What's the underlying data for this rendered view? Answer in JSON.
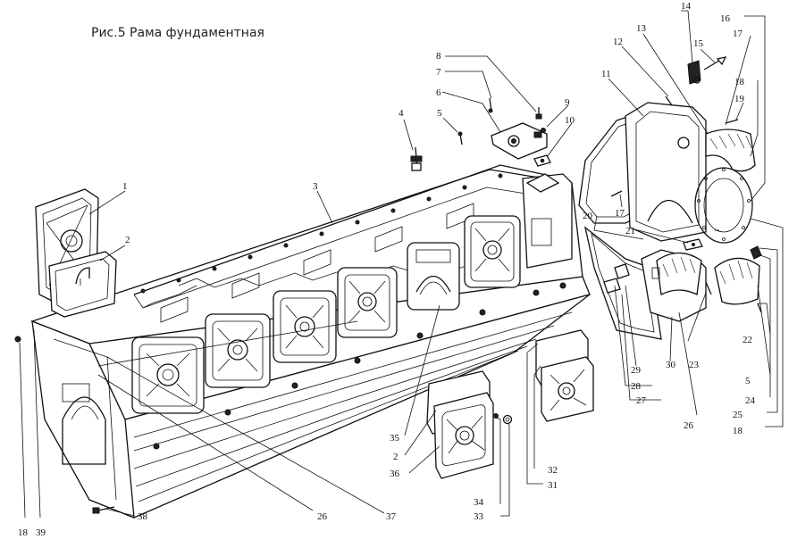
{
  "title": "Рис.5 Рама фундаментная",
  "callouts": [
    {
      "id": "c1",
      "text": "1"
    },
    {
      "id": "c2",
      "text": "2"
    },
    {
      "id": "c3",
      "text": "3"
    },
    {
      "id": "c4",
      "text": "4"
    },
    {
      "id": "c5",
      "text": "5"
    },
    {
      "id": "c6",
      "text": "6"
    },
    {
      "id": "c7",
      "text": "7"
    },
    {
      "id": "c8",
      "text": "8"
    },
    {
      "id": "c9",
      "text": "9"
    },
    {
      "id": "c10",
      "text": "10"
    },
    {
      "id": "c11",
      "text": "11"
    },
    {
      "id": "c12",
      "text": "12"
    },
    {
      "id": "c13",
      "text": "13"
    },
    {
      "id": "c14",
      "text": "14"
    },
    {
      "id": "c15",
      "text": "15"
    },
    {
      "id": "c16",
      "text": "16"
    },
    {
      "id": "c17a",
      "text": "17"
    },
    {
      "id": "c18a",
      "text": "18"
    },
    {
      "id": "c19",
      "text": "19"
    },
    {
      "id": "c17b",
      "text": "17"
    },
    {
      "id": "c20",
      "text": "20"
    },
    {
      "id": "c21",
      "text": "21"
    },
    {
      "id": "c22",
      "text": "22"
    },
    {
      "id": "c23",
      "text": "23"
    },
    {
      "id": "c5b",
      "text": "5"
    },
    {
      "id": "c24",
      "text": "24"
    },
    {
      "id": "c25",
      "text": "25"
    },
    {
      "id": "c18b",
      "text": "18"
    },
    {
      "id": "c26b",
      "text": "26"
    },
    {
      "id": "c27",
      "text": "27"
    },
    {
      "id": "c28",
      "text": "28"
    },
    {
      "id": "c29",
      "text": "29"
    },
    {
      "id": "c30",
      "text": "30"
    },
    {
      "id": "c32",
      "text": "32"
    },
    {
      "id": "c31",
      "text": "31"
    },
    {
      "id": "c34",
      "text": "34"
    },
    {
      "id": "c33",
      "text": "33"
    },
    {
      "id": "c35",
      "text": "35"
    },
    {
      "id": "c2b",
      "text": "2"
    },
    {
      "id": "c36",
      "text": "36"
    },
    {
      "id": "c37",
      "text": "37"
    },
    {
      "id": "c26",
      "text": "26"
    },
    {
      "id": "c38",
      "text": "38"
    },
    {
      "id": "c18c",
      "text": "18"
    },
    {
      "id": "c39",
      "text": "39"
    }
  ]
}
